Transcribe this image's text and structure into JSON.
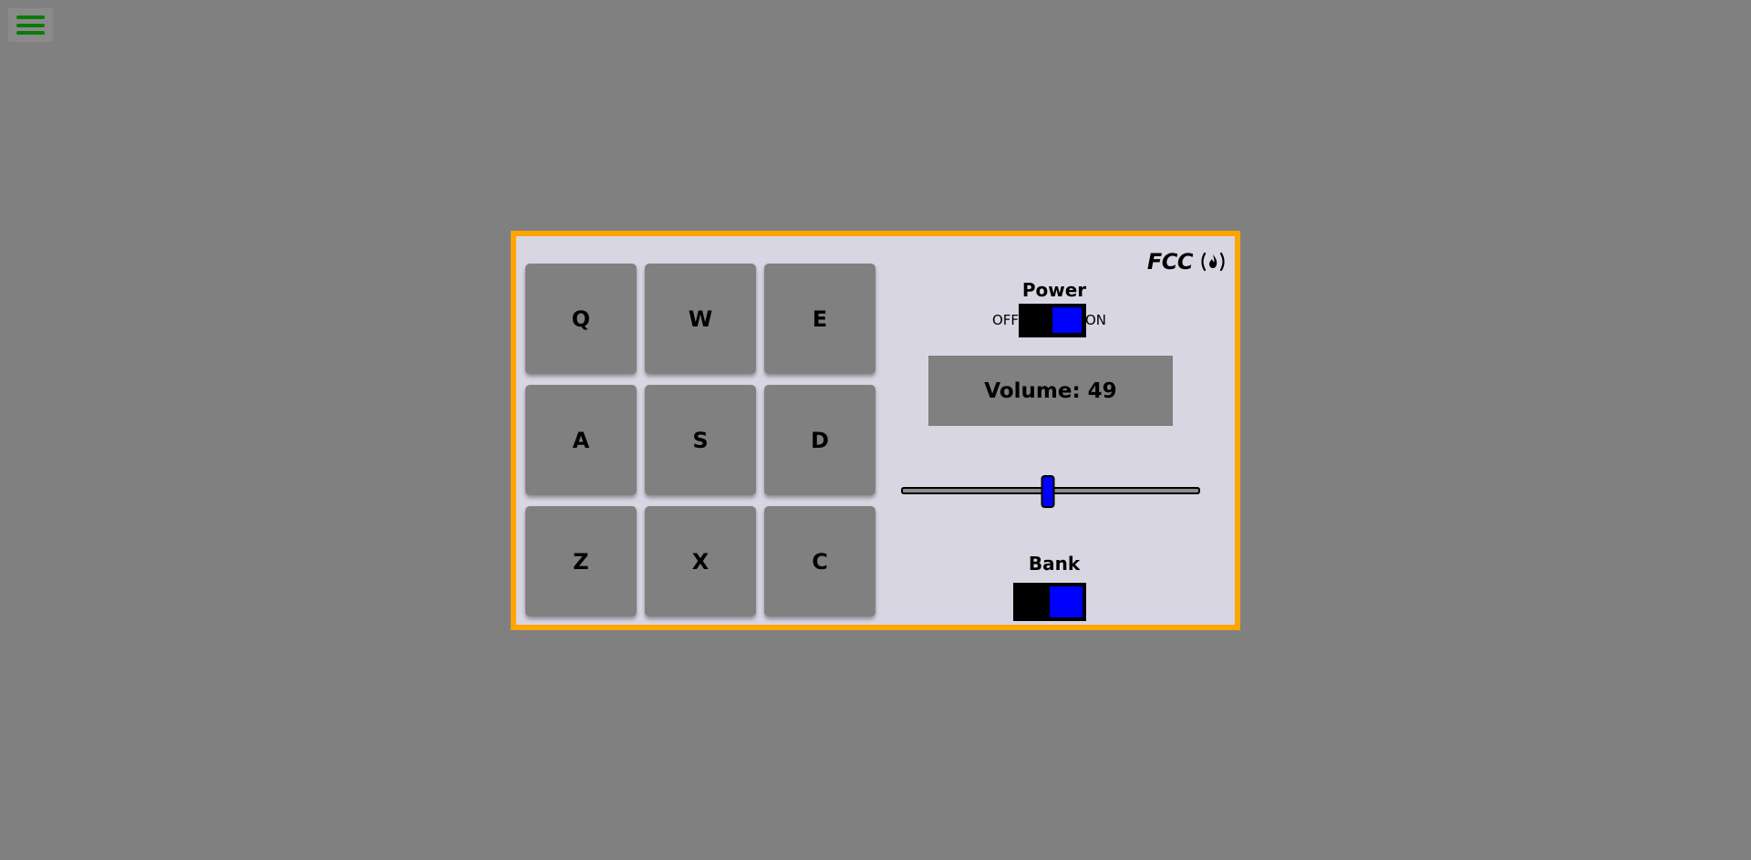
{
  "menu": {
    "icon": "hamburger-menu-icon",
    "color": "#0b7a0b"
  },
  "drum_machine": {
    "border_color": "#ffa500",
    "background": "#d8d6e2",
    "pads": [
      "Q",
      "W",
      "E",
      "A",
      "S",
      "D",
      "Z",
      "X",
      "C"
    ],
    "logo": {
      "text": "FCC",
      "icon": "freecodecamp-flame-icon"
    },
    "power": {
      "label": "Power",
      "off_label": "OFF",
      "on_label": "ON",
      "state": "on"
    },
    "display_text": "Volume: 49",
    "volume": {
      "value": 49,
      "min": 0,
      "max": 100
    },
    "bank": {
      "label": "Bank",
      "state": "on"
    },
    "accent_color": "#0000ff"
  }
}
